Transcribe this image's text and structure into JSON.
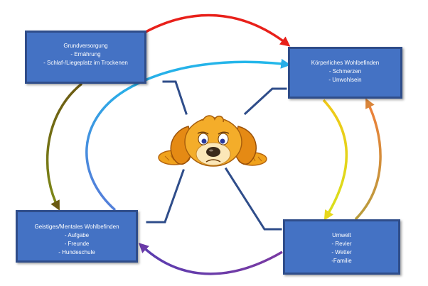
{
  "boxes": {
    "grundversorgung": {
      "title": "Grundversorgung",
      "items": [
        "- Ernährung",
        "- Schlaf-/Liegeplatz im Trockenen"
      ]
    },
    "koerperlich": {
      "title": "Körperliches Wohlbefinden",
      "items": [
        "- Schmerzen",
        "- Unwohlsein"
      ]
    },
    "geistig": {
      "title": "Geistiges/Mentales Wohlbefinden",
      "items": [
        "- Aufgabe",
        "- Freunde",
        "- Hundeschule"
      ]
    },
    "umwelt": {
      "title": "Umwelt",
      "items": [
        "- Revier",
        "- Wetter",
        "-Familie"
      ]
    }
  },
  "colors": {
    "box_fill": "#4472c4",
    "box_border": "#2f4d8a",
    "connector": "#2f4d8a",
    "arrow_grund_to_koerper": "#e8201a",
    "arrow_koerper_to_umwelt": "#e8d81c",
    "arrow_umwelt_to_koerper": "#d9853a",
    "arrow_umwelt_to_geist": "#6a3aa8",
    "arrow_geist_to_koerper": "#29aee8",
    "arrow_grund_to_geist": "#6b5a12"
  },
  "center_image": "sad-dog-illustration"
}
